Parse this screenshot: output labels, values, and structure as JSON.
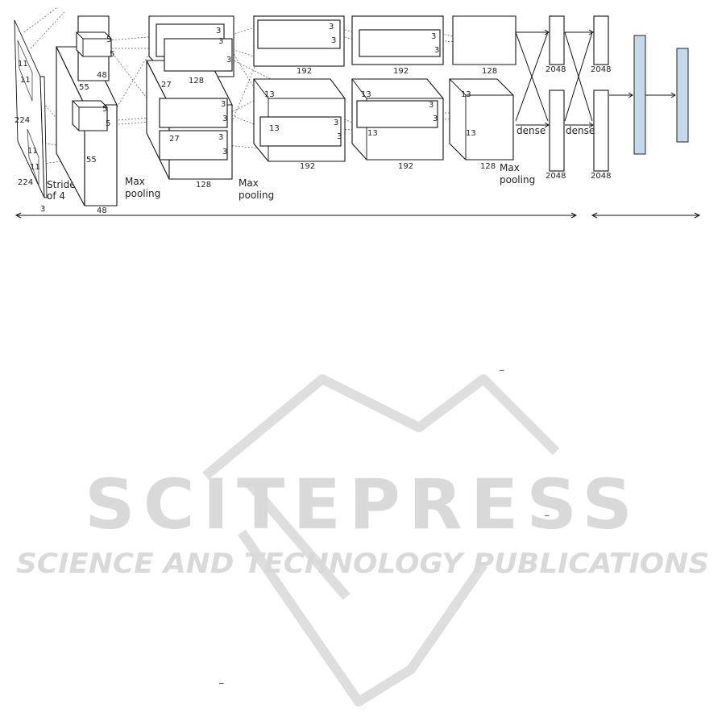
{
  "network": {
    "input": {
      "size_a": "224",
      "size_b": "224",
      "channels": "3",
      "kernel_a": "11",
      "kernel_b": "11",
      "kernel_c": "11",
      "kernel_d": "11",
      "stride": "Stride",
      "stride2": "of 4"
    },
    "conv1": {
      "size": "55",
      "size2": "55",
      "depth": "48",
      "depth2": "48",
      "kernel_a": "5",
      "kernel_b": "5",
      "kernel_c": "5",
      "kernel_d": "5",
      "pool": "Max",
      "pool2": "pooling"
    },
    "conv2": {
      "size": "27",
      "size2": "27",
      "depth": "128",
      "depth2": "128",
      "k": [
        "3",
        "3",
        "3",
        "3",
        "3",
        "3",
        "3",
        "3"
      ],
      "pool": "Max",
      "pool2": "pooling"
    },
    "conv3": {
      "size": "13",
      "size2": "13",
      "depth": "192",
      "depth2": "192",
      "k": [
        "3",
        "3",
        "3",
        "3"
      ]
    },
    "conv4": {
      "size": "13",
      "size2": "13",
      "depth": "192",
      "depth2": "192",
      "k": [
        "3",
        "3",
        "3",
        "3"
      ]
    },
    "conv5": {
      "size": "13",
      "size2": "13",
      "depth": "128",
      "depth2": "128",
      "pool": "Max",
      "pool2": "pooling"
    },
    "dense": {
      "label": "dense",
      "label2": "dense",
      "u1": "2048",
      "u2": "2048",
      "u3": "2048",
      "u4": "2048"
    }
  },
  "watermark": {
    "title": "SCITEPRESS",
    "subtitle": "SCIENCE AND TECHNOLOGY PUBLICATIONS"
  },
  "stray_marks": [
    "_",
    "_",
    "_"
  ],
  "colors": {
    "vector_fill": "#c5d9ee",
    "watermark": "#d9d9d9"
  }
}
